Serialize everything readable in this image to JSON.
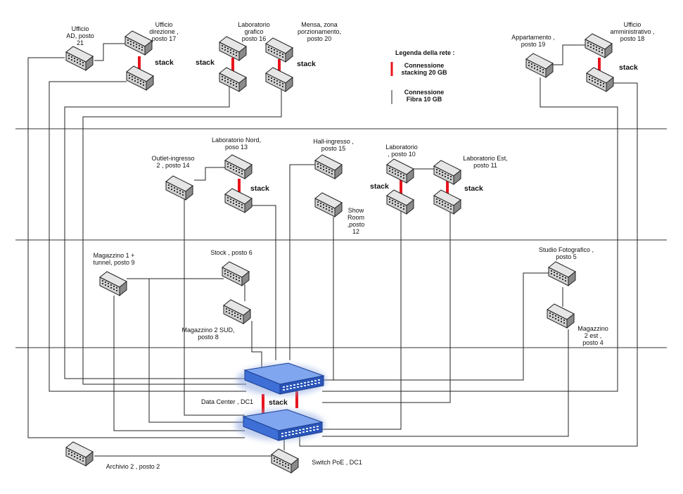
{
  "legend": {
    "title": "Legenda della rete :",
    "stacking": "Connessione\nstacking 20 GB",
    "fiber": "Connessione\nFibra 10 GB",
    "stacking_color": "#e8141c",
    "fiber_color": "#222222"
  },
  "colors": {
    "core_switch_top": "#3d6fd6",
    "core_switch_side": "#1d3f93",
    "access_switch": "#cfcfcf",
    "line": "#222222"
  },
  "stack_label": "stack",
  "nodes": {
    "ufficio_ad": "Ufficio\nAD, posto\n21",
    "ufficio_direzione": "Ufficio\ndirezione ,\nposto 17",
    "laboratorio_grafico": "Laboratorio\ngrafico\nposto 16",
    "mensa": "Mensa, zona\nporzionamento,\nposto  20",
    "appartamento": "Appartamento ,\nposto 19",
    "ufficio_amministrativo": "Ufficio\namministrativo ,\nposto 18",
    "laboratorio_nord": "Laboratorio Nord,\nposo 13",
    "outlet_ingresso": "Outlet-ingresso\n2 , posto 14",
    "hall_ingresso": "Hall-ingresso ,\nposto 15",
    "show_room": "Show\nRoom\n,posto\n12",
    "laboratorio_10": "Laboratorio\n, posto 10",
    "laboratorio_est": "Laboratorio Est,\nposto 11",
    "magazzino_1": "Magazzino 1 +\ntunnel, posto 9",
    "stock": "Stock , posto 6",
    "magazzino_2_sud": "Magazzino 2 SUD,\nposto 8",
    "studio_fotografico": "Studio Fotografico ,\nposto 5",
    "magazzino_2_est": "Magazzino\n2 est ,\nposto 4",
    "data_center": "Data Center , DC1",
    "archivio_2": "Archivio 2 , posto 2",
    "switch_poe": "Switch PoE , DC1"
  }
}
